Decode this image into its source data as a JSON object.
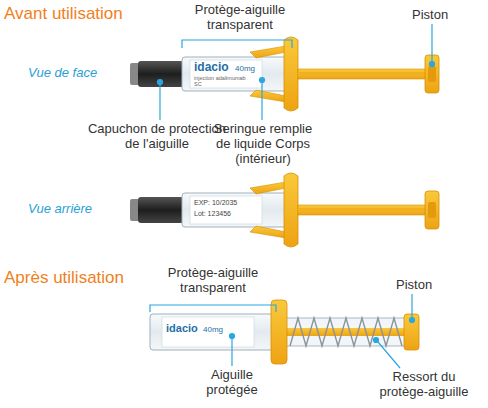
{
  "diagram": {
    "labels": [
      "Avant utilisation",
      "Protège-aiguille transparent",
      "Piston",
      "Vue de face",
      "Capuchon de protection de l'aiguille",
      "Seringue remplie de liquide Corps (intérieur)",
      "idacio",
      "40mg",
      "injection adalimumab SC",
      "Vue arrière",
      "EXP: 10/2035",
      "Lot: 123456",
      "Après utilisation",
      "Protège-aiguille transparent",
      "Piston",
      "idacio",
      "40mg",
      "Aiguille protégée",
      "Ressort du protège-aiguille"
    ]
  }
}
